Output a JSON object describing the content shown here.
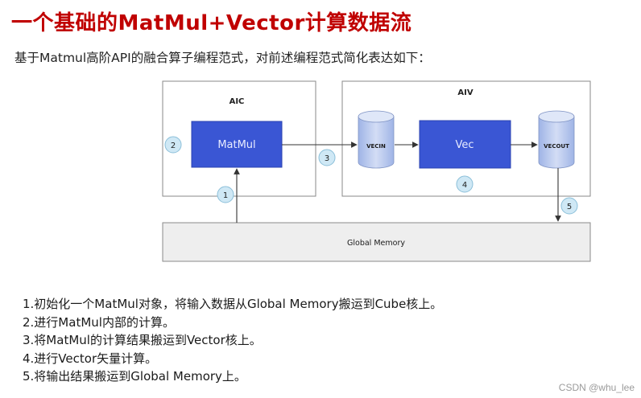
{
  "title": "一个基础的MatMul+Vector计算数据流",
  "subtitle": "基于Matmul高阶API的融合算子编程范式，对前述编程范式简化表达如下：",
  "diagram": {
    "aic_label": "AIC",
    "aiv_label": "AIV",
    "matmul_label": "MatMul",
    "vec_label": "Vec",
    "vecin_label": "VECIN",
    "vecout_label": "VECOUT",
    "global_memory_label": "Global Memory",
    "markers": [
      "1",
      "2",
      "3",
      "4",
      "5"
    ],
    "colors": {
      "block_fill": "#3a56d4",
      "cylinder_fill": "#b9c9ee",
      "marker_fill": "#cfe8f5",
      "memory_fill": "#eeeeee"
    }
  },
  "steps": [
    "1.初始化一个MatMul对象，将输入数据从Global Memory搬运到Cube核上。",
    "2.进行MatMul内部的计算。",
    "3.将MatMul的计算结果搬运到Vector核上。",
    "4.进行Vector矢量计算。",
    "5.将输出结果搬运到Global Memory上。"
  ],
  "watermark": "CSDN @whu_lee"
}
